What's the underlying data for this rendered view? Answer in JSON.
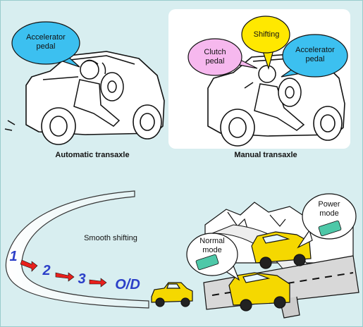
{
  "automatic": {
    "caption": "Automatic transaxle",
    "bubble": "Accelerator\npedal"
  },
  "manual": {
    "caption": "Manual transaxle",
    "bubbles": {
      "clutch": "Clutch\npedal",
      "shifting": "Shifting",
      "accelerator": "Accelerator\npedal"
    }
  },
  "road": {
    "label": "Smooth shifting",
    "gears": [
      "1",
      "2",
      "3",
      "O/D"
    ],
    "normal_mode": "Normal\nmode",
    "power_mode": "Power\nmode"
  },
  "colors": {
    "background": "#d8eef0",
    "panel": "#ffffff",
    "bubble_blue": "#3cc0f0",
    "bubble_pink": "#f6b8ee",
    "bubble_yellow": "#ffe800",
    "car_yellow": "#f5d800",
    "gear_blue": "#2b3fc8",
    "arrow_red": "#e8201c",
    "switch_green": "#4ec8a8"
  },
  "icons": [
    "car-icon",
    "driver-icon",
    "mode-switch-icon",
    "mountain-icon"
  ]
}
